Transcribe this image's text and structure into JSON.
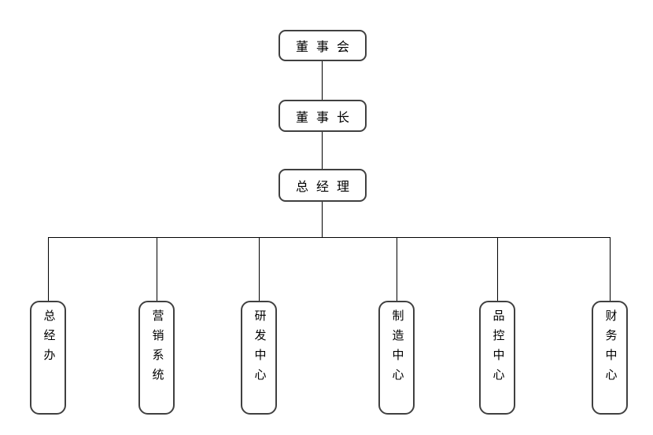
{
  "org_chart": {
    "root": {
      "label": "董事会"
    },
    "level2": {
      "label": "董事长"
    },
    "level3": {
      "label": "总经理"
    },
    "departments": [
      {
        "label": "总经办"
      },
      {
        "label": "营销系统"
      },
      {
        "label": "研发中心"
      },
      {
        "label": "制造中心"
      },
      {
        "label": "品控中心"
      },
      {
        "label": "财务中心"
      }
    ],
    "colors": {
      "background": "#ffffff",
      "box_border": "#404040",
      "connector": "#000000",
      "text": "#000000"
    }
  }
}
